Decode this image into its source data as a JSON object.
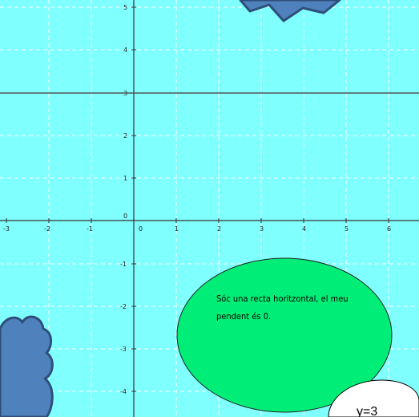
{
  "graph": {
    "x_ticks": [
      "-3",
      "-2",
      "-1",
      "0",
      "1",
      "2",
      "3",
      "4",
      "5",
      "6"
    ],
    "y_ticks": [
      "5",
      "4",
      "3",
      "2",
      "1",
      "0",
      "-1",
      "-2",
      "-3",
      "-4"
    ],
    "line_equation": "y=3",
    "speech_line1": "Sóc una recta horitzontal, el meu",
    "speech_line2": "pendent és 0.",
    "colors": {
      "background": "#80ffff",
      "grid": "#ffffff",
      "axis": "#333333",
      "line": "#555555",
      "bubble": "#00ee77",
      "character": "#4f81bd",
      "character_outline": "#2e4f7a"
    }
  }
}
